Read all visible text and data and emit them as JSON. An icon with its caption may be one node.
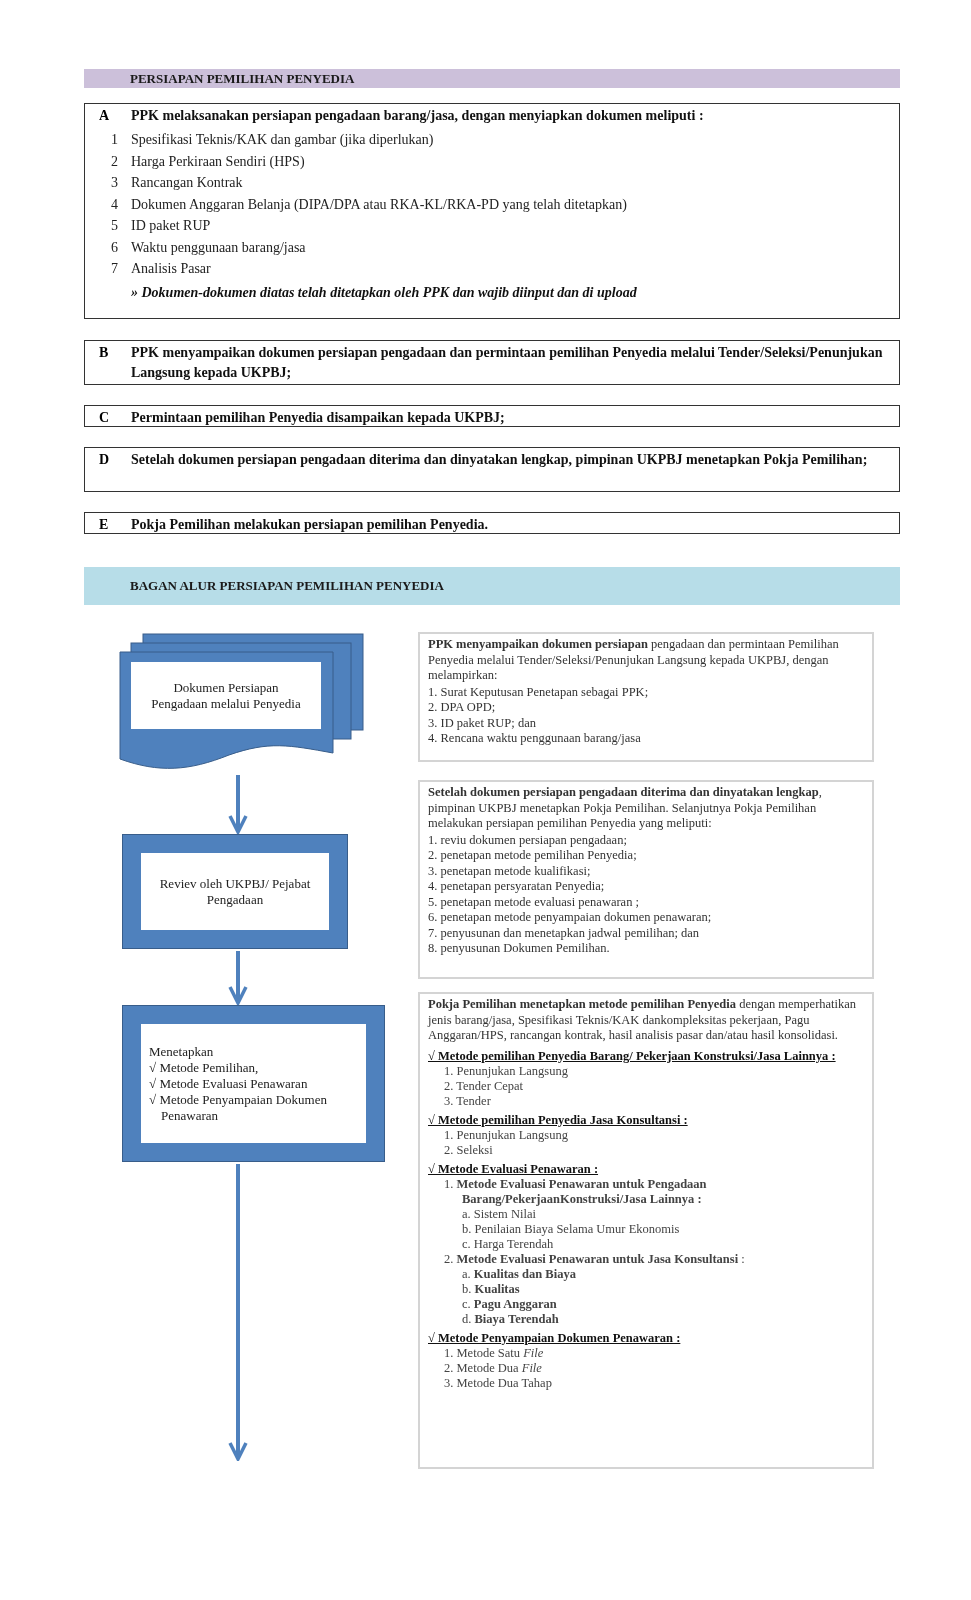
{
  "diagram": {
    "nodes": [
      {
        "text": [
          "PERSIAPAN PEMILIHAN PENYEDIA"
        ]
      },
      {
        "text": [
          "A",
          "PPK melaksanakan persiapan pengadaan barang/jasa, dengan menyiapkan dokumen meliputi :",
          "1",
          "Spesifikasi Teknis/KAK dan gambar (jika diperlukan)",
          "2",
          "Harga Perkiraan Sendiri (HPS)",
          "3",
          "Rancangan Kontrak",
          "4",
          "Dokumen Anggaran Belanja (DIPA/DPA atau RKA-KL/RKA-PD yang telah ditetapkan)",
          "5",
          "ID paket RUP",
          "6",
          "Waktu penggunaan barang/jasa",
          "7",
          "Analisis Pasar",
          "» Dokumen-dokumen diatas telah ditetapkan oleh PPK dan wajib diinput dan di upload"
        ]
      },
      {
        "text": [
          "B",
          "PPK menyampaikan dokumen persiapan pengadaan dan permintaan pemilihan Penyedia melalui Tender/Seleksi/Penunjukan Langsung kepada UKPBJ;"
        ]
      },
      {
        "text": [
          "C",
          "Permintaan pemilihan Penyedia disampaikan kepada UKPBJ;"
        ]
      },
      {
        "text": [
          "D",
          "Setelah dokumen persiapan pengadaan diterima dan dinyatakan lengkap, pimpinan UKPBJ menetapkan Pokja Pemilihan;"
        ]
      },
      {
        "text": [
          "E",
          "Pokja Pemilihan melakukan persiapan pemilihan Penyedia."
        ]
      },
      {
        "text": [
          "BAGAN ALUR PERSIAPAN PEMILIHAN PENYEDIA"
        ]
      },
      {
        "text": [
          "Dokumen Persiapan Pengadaan melalui Penyedia"
        ]
      },
      {
        "text": [
          "**PPK menyampaikan dokumen persiapan** pengadaan dan permintaan Pemilihan Penyedia melalui Tender/Seleksi/Penunjukan Langsung kepada UKPBJ, dengan melampirkan:",
          "1. Surat Keputusan Penetapan sebagai PPK;",
          "2. DPA OPD;",
          "3. ID paket RUP; dan",
          "4. Rencana waktu penggunaan barang/jasa"
        ]
      },
      {
        "text": [
          "Reviev oleh UKPBJ/ Pejabat Pengadaan"
        ]
      },
      {
        "text": [
          "**Setelah dokumen persiapan pengadaan diterima dan dinyatakan lengkap**, pimpinan UKPBJ menetapkan Pokja Pemilihan. Selanjutnya Pokja Pemilihan melakukan persiapan pemilihan Penyedia yang meliputi:",
          "1. reviu dokumen persiapan pengadaan;",
          "2. penetapan metode pemilihan Penyedia;",
          "3. penetapan metode kualifikasi;",
          "4. penetapan persyaratan Penyedia;",
          "5. penetapan metode evaluasi penawaran ;",
          "6. penetapan metode penyampaian dokumen penawaran;",
          "7. penyusunan dan menetapkan jadwal pemilihan; dan",
          "8. penyusunan Dokumen Pemilihan."
        ]
      },
      {
        "text": [
          "Menetapkan",
          "√ Metode Pemilihan,",
          "√ Metode Evaluasi Penawaran",
          "√ Metode Penyampaian Dokumen Penawaran"
        ]
      },
      {
        "text": [
          "**Pokja Pemilihan menetapkan metode pemilihan Penyedia** dengan memperhatikan jenis barang/jasa, Spesifikasi Teknis/KAK dankompleksitas pekerjaan, Pagu Anggaran/HPS, rancangan kontrak, hasil analisis pasar dan/atau hasil konsolidasi.",
          "√ Metode pemilihan Penyedia Barang/ Pekerjaan Konstruksi/Jasa Lainnya :",
          "1. Penunjukan Langsung",
          "2. Tender Cepat",
          "3. Tender",
          "√ Metode pemilihan Penyedia Jasa Konsultansi :",
          "1. Penunjukan Langsung",
          "2. Seleksi",
          "√ Metode Evaluasi Penawaran :",
          "1. **Metode Evaluasi Penawaran untuk Pengadaan Barang/PekerjaanKonstruksi/Jasa Lainnya :**",
          "a. Sistem Nilai",
          "b. Penilaian Biaya Selama Umur Ekonomis",
          "c. Harga Terendah",
          "2. **Metode Evaluasi Penawaran untuk Jasa Konsultansi** :",
          "a. **Kualitas dan Biaya**",
          "b. **Kualitas**",
          "c. **Pagu Anggaran**",
          "d. **Biaya Terendah**",
          "√ Metode Penyampaian Dokumen Penawaran :",
          "1. Metode Satu *File*",
          "2. Metode Dua *File*",
          "3. Metode Dua Tahap"
        ]
      }
    ],
    "edges": [
      {
        "from": 7,
        "to": 9,
        "arrow": "to"
      },
      {
        "from": 9,
        "to": 11,
        "arrow": "to"
      },
      {
        "from": 11,
        "to": null,
        "arrow": "to"
      }
    ]
  }
}
